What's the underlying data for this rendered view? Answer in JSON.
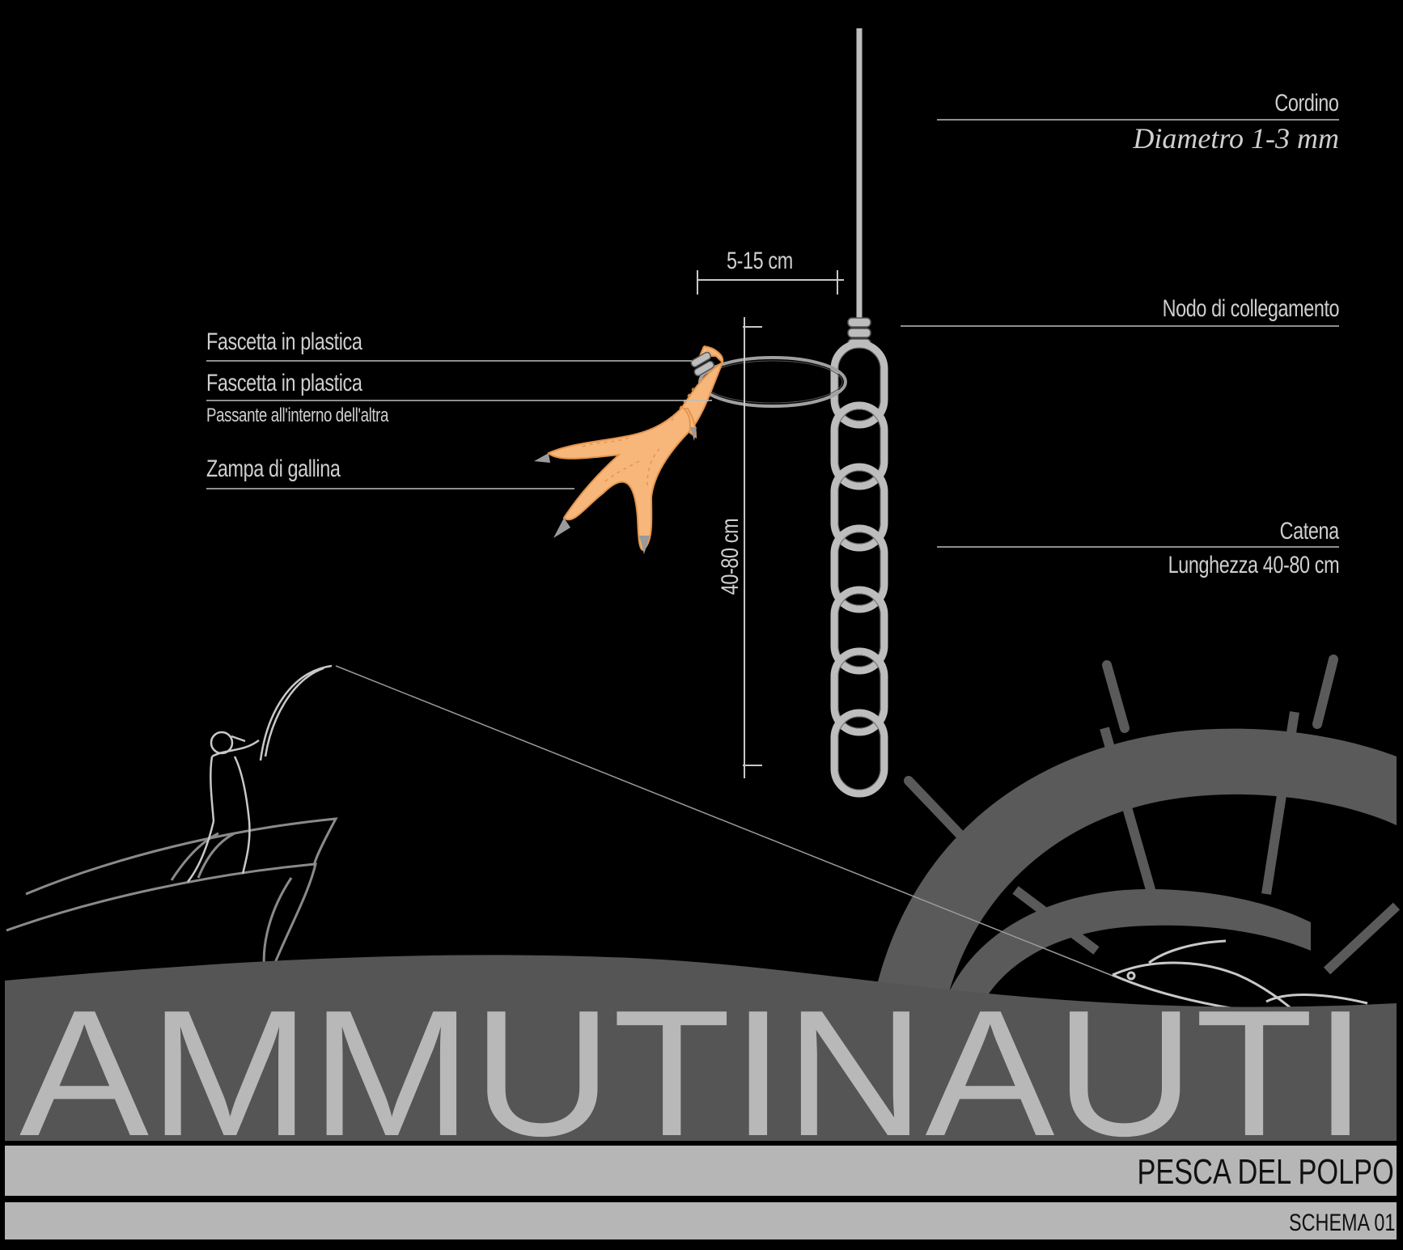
{
  "labels": {
    "cordino": "Cordino",
    "cordino_spec": "Diametro 1-3 mm",
    "nodo": "Nodo di collegamento",
    "fascetta_1": "Fascetta in plastica",
    "fascetta_2": "Fascetta in plastica",
    "fascetta_2_note": "Passante all'interno dell'altra",
    "zampa": "Zampa di gallina",
    "catena": "Catena",
    "catena_spec": "Lunghezza 40-80 cm"
  },
  "dimensions": {
    "width_label": "5-15 cm",
    "length_label": "40-80 cm"
  },
  "brand": {
    "name": "AMMUTINAUTI",
    "subtitle": "PESCA DEL POLPO",
    "sheet": "SCHEMA 01"
  },
  "colors": {
    "background": "#000000",
    "line": "#b0b0b0",
    "chain": "#bdbdbd",
    "claw": "#f7b77a",
    "claw_tip": "#9a9a9a",
    "wheel": "#5a5a5a",
    "band": "#b6b6b6",
    "brand_text": "#b8b8b8"
  }
}
